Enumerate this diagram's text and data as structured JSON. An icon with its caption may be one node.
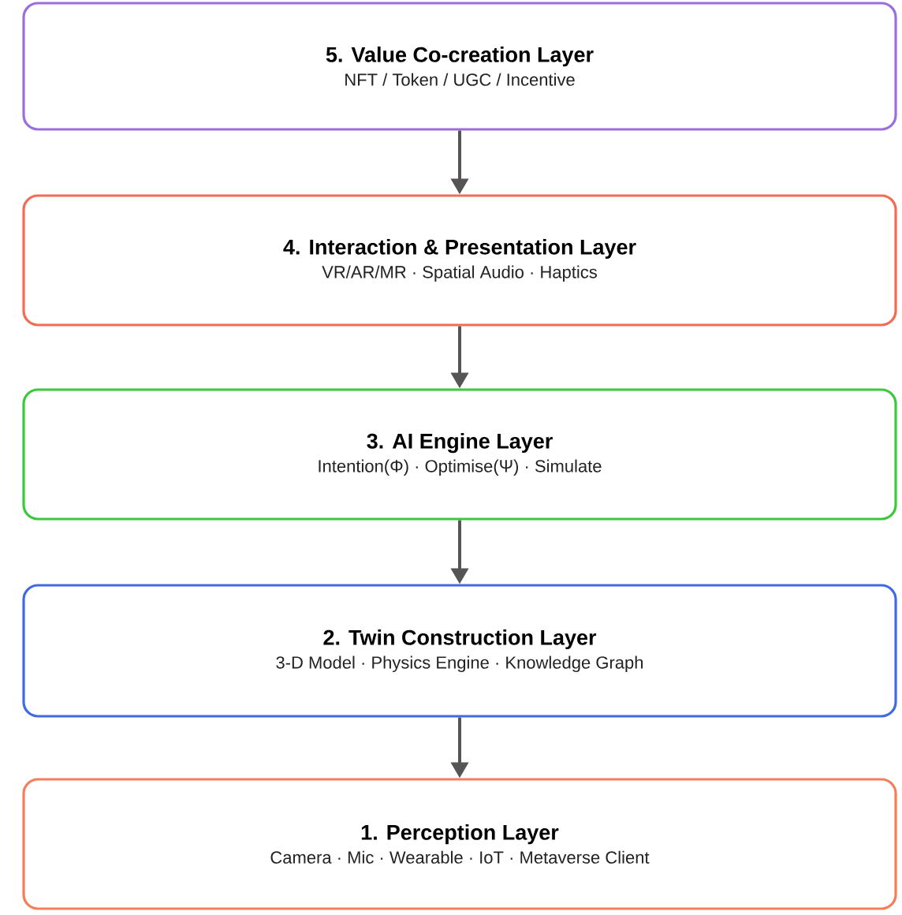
{
  "diagram": {
    "nodes": [
      {
        "text": [
          "5. Value Co-creation Layer",
          "NFT / Token / UGC / Incentive"
        ]
      },
      {
        "text": [
          "4. Interaction & Presentation Layer",
          "VR/AR/MR · Spatial Audio · Haptics"
        ]
      },
      {
        "text": [
          "3. AI Engine Layer",
          "Intention(Φ) · Optimise(Ψ) · Simulate"
        ]
      },
      {
        "text": [
          "2. Twin Construction Layer",
          "3-D Model · Physics Engine · Knowledge Graph"
        ]
      },
      {
        "text": [
          "1. Perception Layer",
          "Camera · Mic · Wearable · IoT · Metaverse Client"
        ]
      }
    ],
    "edges": [
      {
        "from": 0,
        "to": 1,
        "arrow": "to"
      },
      {
        "from": 1,
        "to": 2,
        "arrow": "to"
      },
      {
        "from": 2,
        "to": 3,
        "arrow": "to"
      },
      {
        "from": 3,
        "to": 4,
        "arrow": "to"
      }
    ]
  }
}
